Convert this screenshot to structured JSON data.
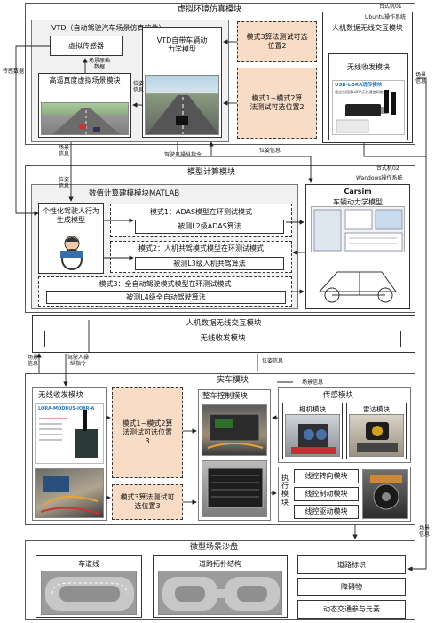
{
  "top_section": {
    "title": "虚拟环境仿真模块",
    "host": "台式机01",
    "host_os": "Ubuntu操作系统",
    "vtd_title": "VTD（自动驾驶汽车场景仿真软件）",
    "virtual_sensor": "虚拟传感器",
    "scene_model": "高逼真度虚拟场景模块",
    "vtd_dynamics": "VTD自带车辆动力学模型",
    "mode3_test": "模式3算法测试可选位置2",
    "mode12_test": "模式1~模式2算法测试可选位置2",
    "hmi_wireless": "人机数据无线交互模块",
    "wireless_module": "无线收发模块",
    "usb_title": "USB-LORA透传模块",
    "usb_sub": "最适合搭建LORA无线通信网络"
  },
  "middle_section": {
    "title": "模型计算模块",
    "host": "台式机02",
    "host_os": "Wandows操作系统",
    "matlab_title": "数值计算建模模块MATLAB",
    "driver_model": "个性化驾驶人行为生成模型",
    "mode1": "模式1：ADAS模型在环测试模式",
    "mode1_sub": "被测L2级ADAS算法",
    "mode2": "模式2：人机共驾模式模型在环测试模式",
    "mode2_sub": "被测L3级人机共驾算法",
    "mode3": "模式3：全自动驾驶模式模型在环测试模式",
    "mode3_sub": "被测L4级全自动驾驶算法",
    "carsim_title": "Carsim",
    "carsim_sub": "车辆动力学模型",
    "hmi_wireless": "人机数据无线交互模块",
    "wireless_module": "无线收发模块"
  },
  "car_section": {
    "title": "实车模块",
    "wireless_module": "无线收发模块",
    "lora_title": "LORA-MODBUS-IO8R-A",
    "mode12_test": "模式1~模式2算法测试可选位置3",
    "mode3_test": "模式3算法测试可选位置3",
    "vcu": "整车控制模块",
    "sensor_title": "传感模块",
    "camera": "相机模块",
    "radar": "雷达模块",
    "exec_label": "执行模块",
    "steer": "线控转向模块",
    "brake": "线控制动模块",
    "drive": "线控驱动模块"
  },
  "sandbox_section": {
    "title": "微型场景沙盘",
    "lane": "车道线",
    "topology": "道路拓扑结构",
    "road_sign": "道路标识",
    "obstacle": "障碍物",
    "traffic": "动态交通参与元素"
  },
  "arrow_labels": {
    "sensor_data": "传感数据",
    "scene_info": "场景原始数据",
    "pose_info_a": "位姿信息",
    "scene_info_b": "场景信息",
    "pose_info_b": "位姿信息",
    "driver_cmd": "驾驶员操纵指令",
    "pose_info_c": "位姿信息",
    "scene_info_c": "场景信息",
    "scene_info_d": "场景信息",
    "driver_cmd_b": "驾驶人操纵指令",
    "pose_info_d": "位姿信息",
    "scene_info_e": "场景信息",
    "scene_info_f": "场景信息"
  },
  "colors": {
    "orange_fill": "#f9dcc6",
    "section_fill": "#f1f1f1"
  }
}
